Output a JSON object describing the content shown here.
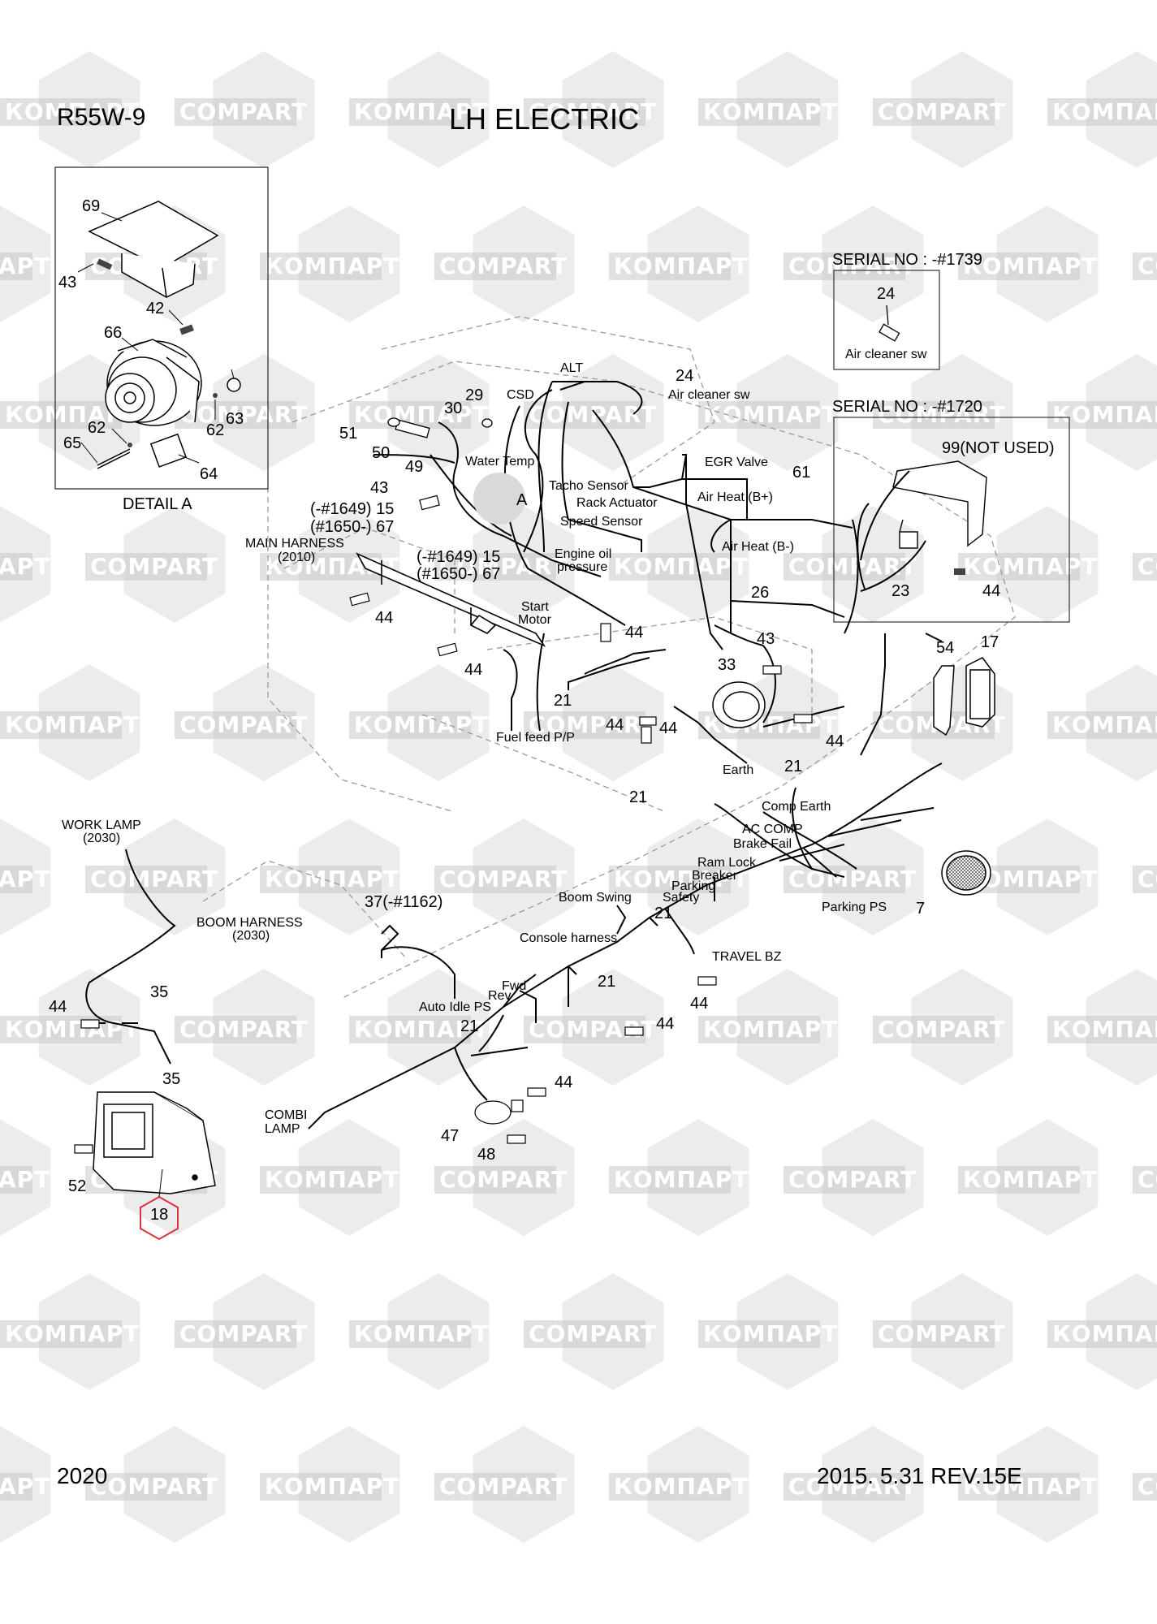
{
  "header": {
    "model": "R55W-9",
    "title": "LH ELECTRIC"
  },
  "footer": {
    "sheet": "2020",
    "date": "2015. 5.31  REV.15E"
  },
  "watermark": {
    "latin": "COMPART",
    "cyrillic": "КОМПАРТ",
    "color": "#c8c8c8"
  },
  "detail_box": {
    "caption": "DETAIL A"
  },
  "serial_boxes": [
    {
      "title": "SERIAL NO : -#1739",
      "part": "24",
      "desc": "Air cleaner sw"
    },
    {
      "title": "SERIAL NO : -#1720",
      "part": "99(NOT USED)",
      "part_23": "23",
      "part_44": "44"
    }
  ],
  "highlight": {
    "part": "18",
    "color": "#e0303a"
  },
  "callouts": [
    {
      "id": "c69",
      "text": "69"
    },
    {
      "id": "c43a",
      "text": "43"
    },
    {
      "id": "c42",
      "text": "42"
    },
    {
      "id": "c66",
      "text": "66"
    },
    {
      "id": "c63",
      "text": "63"
    },
    {
      "id": "c62a",
      "text": "62"
    },
    {
      "id": "c62b",
      "text": "62"
    },
    {
      "id": "c65",
      "text": "65"
    },
    {
      "id": "c64",
      "text": "64"
    },
    {
      "id": "c51",
      "text": "51"
    },
    {
      "id": "c30",
      "text": "30"
    },
    {
      "id": "c29",
      "text": "29"
    },
    {
      "id": "c50",
      "text": "50"
    },
    {
      "id": "c49",
      "text": "49"
    },
    {
      "id": "c43b",
      "text": "43"
    },
    {
      "id": "cA",
      "text": "A"
    },
    {
      "id": "c15a",
      "text": "(-#1649) 15"
    },
    {
      "id": "c67a",
      "text": "(#1650-) 67"
    },
    {
      "id": "c15b",
      "text": "(-#1649) 15"
    },
    {
      "id": "c67b",
      "text": "(#1650-) 67"
    },
    {
      "id": "c24",
      "text": "24"
    },
    {
      "id": "c61",
      "text": "61"
    },
    {
      "id": "c26",
      "text": "26"
    },
    {
      "id": "c44a",
      "text": "44"
    },
    {
      "id": "c44b",
      "text": "44"
    },
    {
      "id": "c44c",
      "text": "44"
    },
    {
      "id": "c44d",
      "text": "44"
    },
    {
      "id": "c44e",
      "text": "44"
    },
    {
      "id": "c44f",
      "text": "44"
    },
    {
      "id": "c43c",
      "text": "43"
    },
    {
      "id": "c33",
      "text": "33"
    },
    {
      "id": "c21a",
      "text": "21"
    },
    {
      "id": "c21b",
      "text": "21"
    },
    {
      "id": "c21c",
      "text": "21"
    },
    {
      "id": "c54",
      "text": "54"
    },
    {
      "id": "c17",
      "text": "17"
    },
    {
      "id": "c7",
      "text": "7"
    },
    {
      "id": "c37",
      "text": "37(-#1162)"
    },
    {
      "id": "c21d",
      "text": "21"
    },
    {
      "id": "c21e",
      "text": "21"
    },
    {
      "id": "c21f",
      "text": "21"
    },
    {
      "id": "c44g",
      "text": "44"
    },
    {
      "id": "c44h",
      "text": "44"
    },
    {
      "id": "c44i",
      "text": "44"
    },
    {
      "id": "c44j",
      "text": "44"
    },
    {
      "id": "c35a",
      "text": "35"
    },
    {
      "id": "c35b",
      "text": "35"
    },
    {
      "id": "c47",
      "text": "47"
    },
    {
      "id": "c48",
      "text": "48"
    },
    {
      "id": "c52",
      "text": "52"
    }
  ],
  "labels": [
    {
      "id": "alt",
      "text": "ALT"
    },
    {
      "id": "csd",
      "text": "CSD"
    },
    {
      "id": "aircl",
      "text": "Air cleaner sw"
    },
    {
      "id": "wtemp",
      "text": "Water Temp"
    },
    {
      "id": "egr",
      "text": "EGR Valve"
    },
    {
      "id": "tacho",
      "text": "Tacho Sensor"
    },
    {
      "id": "rack",
      "text": "Rack Actuator"
    },
    {
      "id": "speed",
      "text": "Speed Sensor"
    },
    {
      "id": "airhp",
      "text": "Air Heat (B+)"
    },
    {
      "id": "airhm",
      "text": "Air Heat (B-)"
    },
    {
      "id": "mh1",
      "text": "MAIN HARNESS"
    },
    {
      "id": "mh2",
      "text": "(2010)"
    },
    {
      "id": "eng1",
      "text": "Engine oil"
    },
    {
      "id": "eng2",
      "text": "pressure"
    },
    {
      "id": "sm1",
      "text": "Start"
    },
    {
      "id": "sm2",
      "text": "Motor"
    },
    {
      "id": "fuel",
      "text": "Fuel feed P/P"
    },
    {
      "id": "earth",
      "text": "Earth"
    },
    {
      "id": "compe",
      "text": "Comp Earth"
    },
    {
      "id": "accomp",
      "text": "AC COMP"
    },
    {
      "id": "brake",
      "text": "Brake Fail"
    },
    {
      "id": "ram",
      "text": "Ram Lock"
    },
    {
      "id": "breaker",
      "text": "Breaker"
    },
    {
      "id": "parking",
      "text": "Parking"
    },
    {
      "id": "safety",
      "text": "Safety"
    },
    {
      "id": "parkps",
      "text": "Parking PS"
    },
    {
      "id": "wl1",
      "text": "WORK LAMP"
    },
    {
      "id": "wl2",
      "text": "(2030)"
    },
    {
      "id": "bh1",
      "text": "BOOM HARNESS"
    },
    {
      "id": "bh2",
      "text": "(2030)"
    },
    {
      "id": "boomsw",
      "text": "Boom Swing"
    },
    {
      "id": "console",
      "text": "Console harness"
    },
    {
      "id": "travel",
      "text": "TRAVEL BZ"
    },
    {
      "id": "fwd",
      "text": "Fwd"
    },
    {
      "id": "rev",
      "text": "Rev"
    },
    {
      "id": "autoidle",
      "text": "Auto Idle PS"
    },
    {
      "id": "combi1",
      "text": "COMBI"
    },
    {
      "id": "combi2",
      "text": "LAMP"
    }
  ]
}
